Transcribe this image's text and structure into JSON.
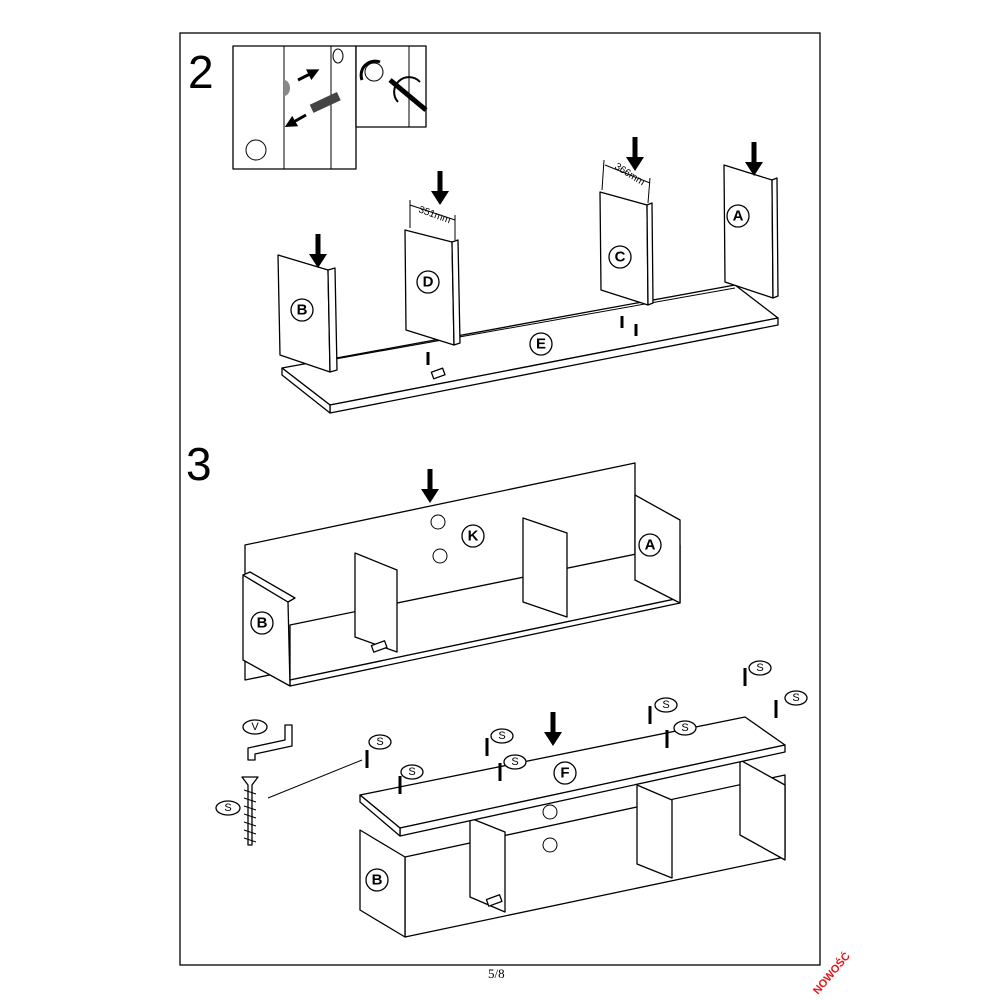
{
  "steps": {
    "step2_number": "2",
    "step3_number": "3"
  },
  "dimensions": {
    "d_panel": "351mm",
    "c_panel": "366mm"
  },
  "part_labels": {
    "A": "A",
    "B": "B",
    "C": "C",
    "D": "D",
    "E": "E",
    "K": "K",
    "F": "F",
    "S": "S",
    "V": "V"
  },
  "footer": {
    "page_number": "5/8"
  },
  "stamp": {
    "text": "NOWOŚĆ",
    "color": "#e8141b"
  }
}
